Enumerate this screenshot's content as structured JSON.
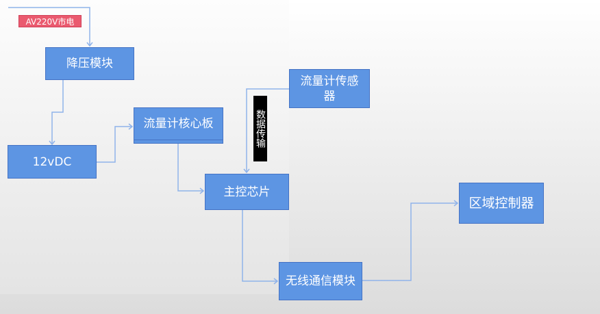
{
  "labels": {
    "power": "AV220V市电",
    "data_transfer": "数据传输"
  },
  "nodes": {
    "buck": "降压模块",
    "dc12": "12vDC",
    "core": "流量计核心板",
    "mcu": "主控芯片",
    "sensor": "流量计传感器",
    "wireless": "无线通信模块",
    "controller": "区域控制器"
  }
}
